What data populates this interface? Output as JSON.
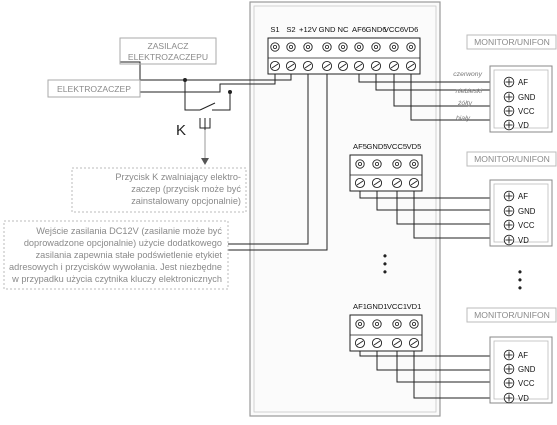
{
  "main_terminal": {
    "labels": [
      "S1",
      "S2",
      "+12V",
      "GND",
      "NC",
      "AF6",
      "GND6",
      "VCC6",
      "VD6"
    ]
  },
  "groups": [
    {
      "labels": [
        "AF5",
        "GND5",
        "VCC5",
        "VD5"
      ]
    },
    {
      "labels": [
        "AF1",
        "GND1",
        "VCC1",
        "VD1"
      ]
    }
  ],
  "monitor": {
    "title": "MONITOR/UNIFON",
    "pins": [
      "AF",
      "GND",
      "VCC",
      "VD"
    ]
  },
  "wire_colors": [
    "czerwony",
    "niebieski",
    "żółty",
    "biały"
  ],
  "labels": {
    "power_supply": [
      "ZASILACZ",
      "ELEKTROZACZEPU"
    ],
    "door_strike": "ELEKTROZACZEP",
    "button_k": "K"
  },
  "notes": {
    "button": [
      "Przycisk K zwalniający elektro-",
      "zaczep (przycisk może być",
      "zainstalowany opcjonalnie)"
    ],
    "power": [
      "Wejście zasilania DC12V (zasilanie może być",
      "doprowadzone opcjonalnie) użycie dodatkowego",
      "zasilania zapewnia stałe podświetlenie etykiet",
      "adresowych i przycisków wywołania. Jest niezbędne",
      "w przypadku użycia czytnika kluczy elektronicznych"
    ]
  },
  "ellipsis": "•"
}
